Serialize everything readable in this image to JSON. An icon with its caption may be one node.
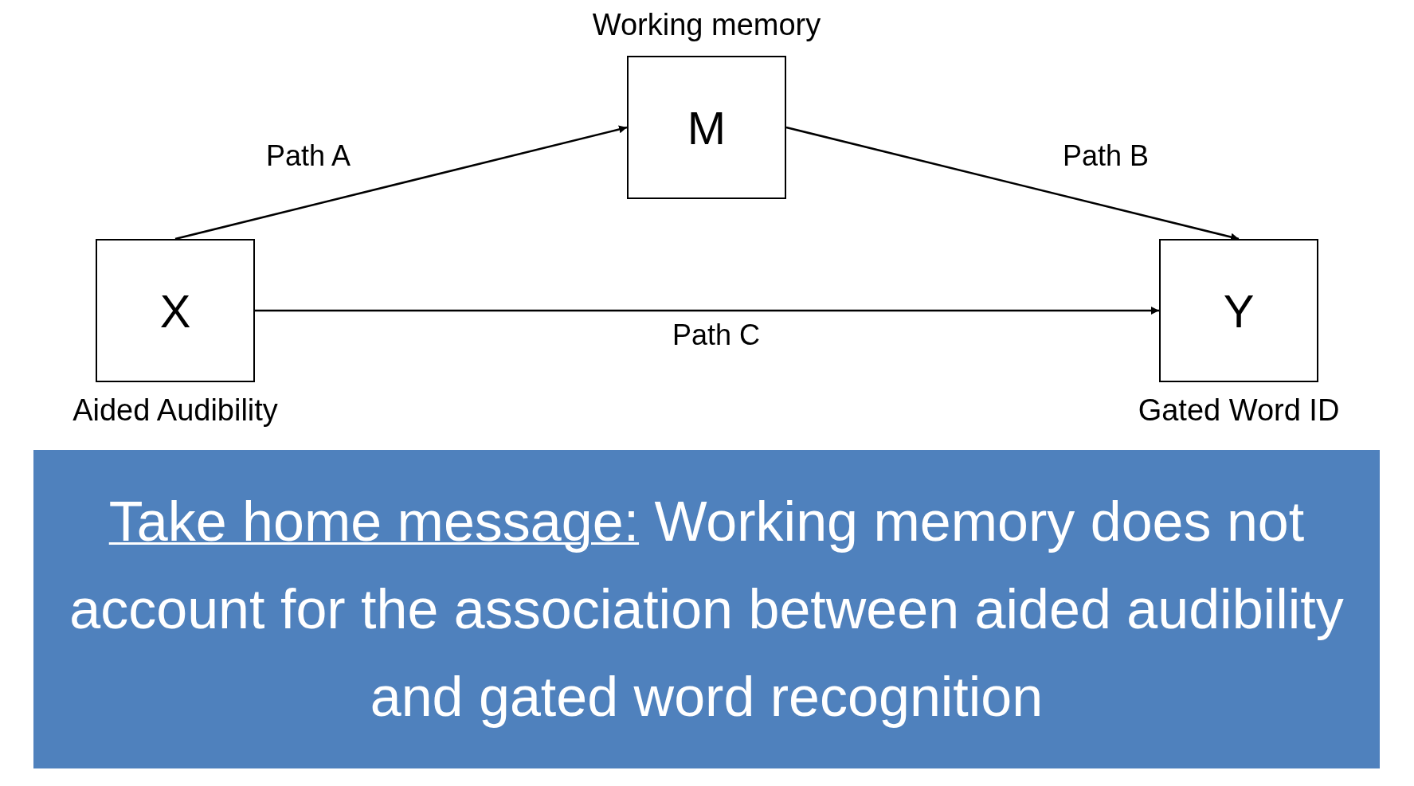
{
  "diagram": {
    "nodes": [
      {
        "text": [
          "Working memory",
          "M"
        ]
      },
      {
        "text": [
          "Take home message:",
          "Working memory does not account for the association between aided audibility and gated word recognition"
        ]
      },
      {
        "text": [
          "X",
          "Aided Audibility"
        ]
      },
      {
        "text": [
          "Y",
          "Gated Word ID"
        ]
      }
    ],
    "edges": [
      {
        "from": 2,
        "to": 0,
        "arrow": "to",
        "label": "Path A"
      },
      {
        "from": 0,
        "to": 3,
        "arrow": "to",
        "label": "Path B"
      },
      {
        "from": 2,
        "to": 3,
        "arrow": "to",
        "label": "Path C"
      }
    ]
  }
}
